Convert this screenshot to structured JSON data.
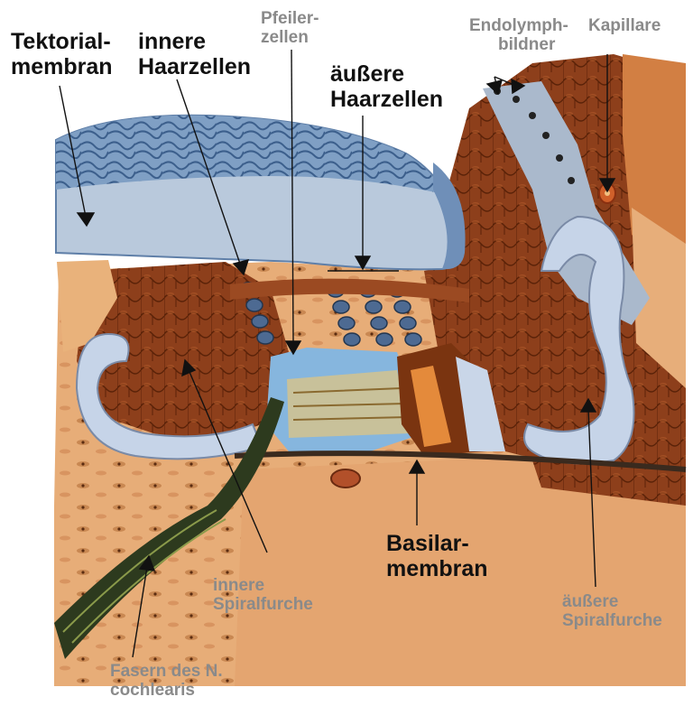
{
  "labels": {
    "tektorial_1": "Tektorial-",
    "tektorial_2": "membran",
    "innere_haar_1": "innere",
    "innere_haar_2": "Haarzellen",
    "pfeiler_1": "Pfeiler-",
    "pfeiler_2": "zellen",
    "aeussere_haar_1": "äußere",
    "aeussere_haar_2": "Haarzellen",
    "endolymph_1": "Endolymph-",
    "endolymph_2": "bildner",
    "kapillare": "Kapillare",
    "basilar_1": "Basilar-",
    "basilar_2": "membran",
    "innere_spiral_1": "innere",
    "innere_spiral_2": "Spiralfurche",
    "aeussere_spiral_1": "äußere",
    "aeussere_spiral_2": "Spiralfurche",
    "fasern_1": "Fasern des N.",
    "fasern_2": "cochlearis"
  },
  "colors": {
    "tectorial": "#b9c9dc",
    "tectorial_dark": "#5f7fa8",
    "tissue_brown": "#8a3e1a",
    "tissue_orange": "#c9783c",
    "tissue_tan": "#e8b07a",
    "epithelium": "#c4d2e6",
    "nerve": "#2d3a1e",
    "tunnel": "#7fb0d8"
  }
}
